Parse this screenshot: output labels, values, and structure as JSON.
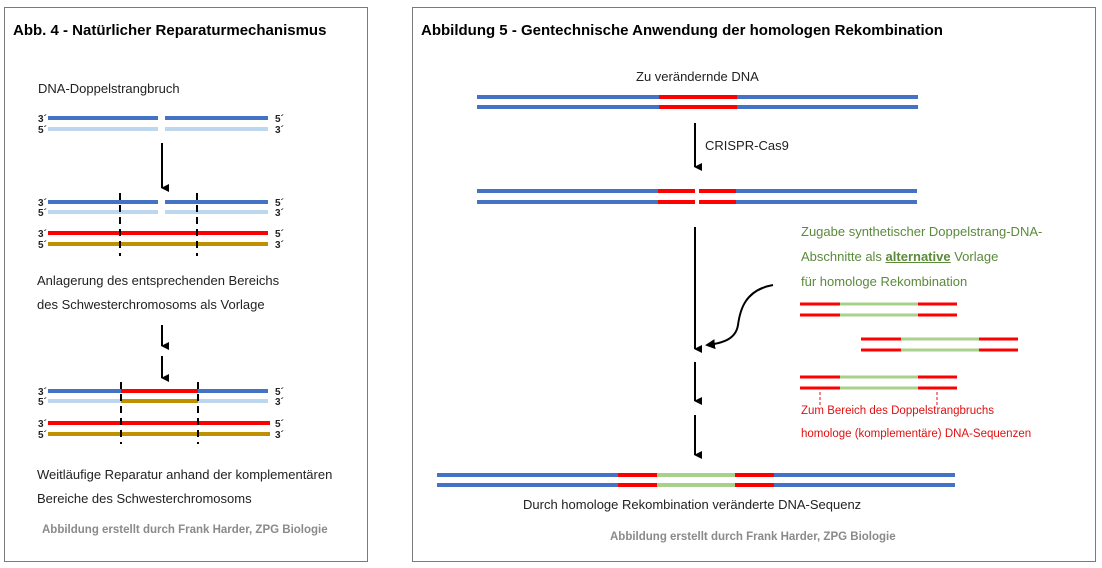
{
  "colors": {
    "strand_blue": "#4472c4",
    "strand_lightblue": "#bdd7ee",
    "strand_red": "#ff0000",
    "strand_gold": "#bf9000",
    "strand_green": "#a9d18e",
    "note_green": "#5a8a3a",
    "note_red": "#e01010",
    "credit_gray": "#8a8a8a"
  },
  "left": {
    "title": "Abb. 4 - Natürlicher Reparaturmechanismus",
    "step1_label": "DNA-Doppelstrangbruch",
    "step2_line1": "Anlagerung des entsprechenden Bereichs",
    "step2_line2": "des Schwesterchromosoms als Vorlage",
    "step3_line1": "Weitläufige Reparatur anhand der komplementären",
    "step3_line2": "Bereiche des Schwesterchromosoms",
    "credit": "Abbildung erstellt durch Frank Harder, ZPG Biologie",
    "end_labels": {
      "three_prime": "3´",
      "five_prime": "5´"
    }
  },
  "right": {
    "title": "Abbildung 5 - Gentechnische Anwendung der homologen Rekombination",
    "dna_label": "Zu verändernde DNA",
    "crispr_label": "CRISPR-Cas9",
    "note_line1": "Zugabe synthetischer Doppelstrang-DNA-",
    "note_line2_pre": "Abschnitte als ",
    "note_line2_em": "alternative",
    "note_line2_post": " Vorlage",
    "note_line3": "für homologe Rekombination",
    "homolog_line1": "Zum Bereich des Doppelstrangbruchs",
    "homolog_line2": "homologe (komplementäre) DNA-Sequenzen",
    "result_label": "Durch homologe Rekombination veränderte DNA-Sequenz",
    "credit": "Abbildung erstellt durch Frank Harder, ZPG Biologie"
  }
}
